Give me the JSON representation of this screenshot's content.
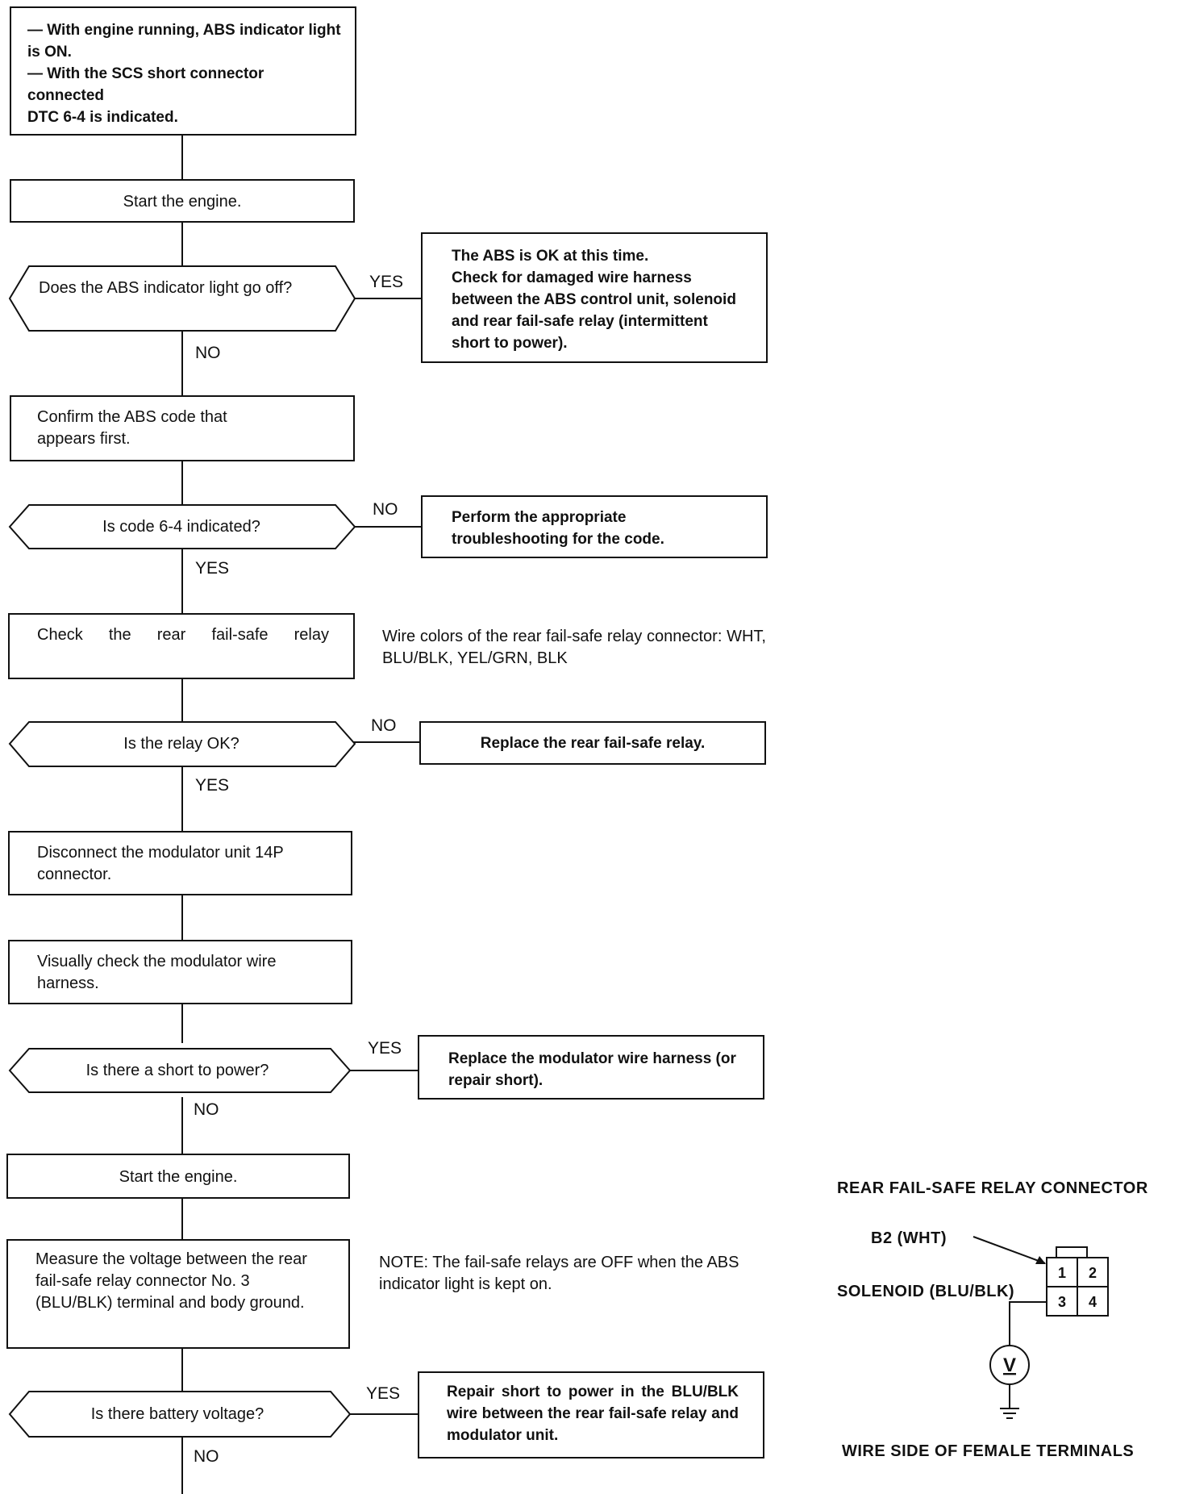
{
  "start_box": "— With engine running, ABS indicator light is ON.\n— With the SCS short connector connected\nDTC 6-4 is indicated.",
  "steps": {
    "start_engine_1": "Start the engine.",
    "confirm_code": "Confirm the ABS code that appears first.",
    "check_relay": "Check the rear fail-safe relay",
    "disconnect": "Disconnect the modulator unit 14P connector.",
    "visual_check": "Visually check the modulator wire harness.",
    "start_engine_2": "Start the engine.",
    "measure": "Measure the voltage between the rear fail-safe relay connector No. 3 (BLU/BLK) terminal and body ground."
  },
  "decisions": {
    "light_off": "Does the ABS indicator light go off?",
    "code_64": "Is code 6-4 indicated?",
    "relay_ok": "Is the relay OK?",
    "short_power": "Is there a short to power?",
    "battery_voltage": "Is there battery voltage?"
  },
  "results": {
    "abs_ok": "The ABS is OK at this time.\nCheck for damaged wire harness between the ABS control unit, solenoid and rear fail-safe relay (intermittent short to power).",
    "troubleshoot": "Perform the appropriate troubleshooting for the code.",
    "replace_relay": "Replace the rear fail-safe relay.",
    "replace_harness": "Replace the modulator wire harness (or repair short).",
    "repair_short": "Repair short to power in the BLU/BLK wire between the rear fail-safe relay and modulator unit."
  },
  "branch_labels": {
    "yes": "YES",
    "no": "NO"
  },
  "notes": {
    "wire_colors": "Wire colors of the rear fail-safe relay connector: WHT, BLU/BLK, YEL/GRN, BLK",
    "relays_off": "NOTE: The fail-safe relays are OFF when the ABS indicator light is kept on."
  },
  "connector": {
    "title": "REAR FAIL-SAFE RELAY CONNECTOR",
    "b2_label": "B2 (WHT)",
    "solenoid_label": "SOLENOID (BLU/BLK)",
    "pins": [
      "1",
      "2",
      "3",
      "4"
    ],
    "meter_symbol": "V",
    "footer": "WIRE SIDE OF FEMALE TERMINALS"
  }
}
